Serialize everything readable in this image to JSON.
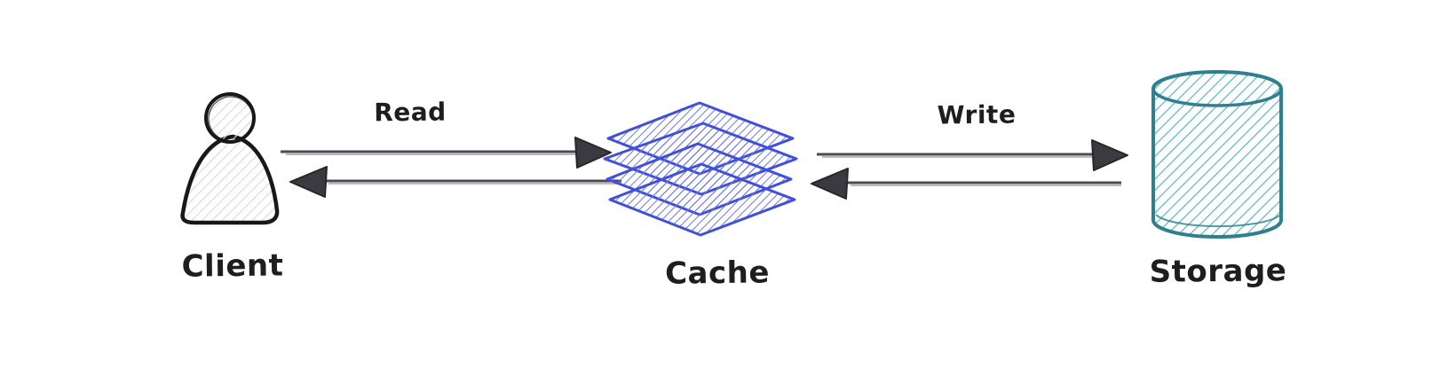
{
  "diagram": {
    "description": "Hand-drawn cache architecture sketch: client reads from cache, cache writes through to storage",
    "nodes": [
      {
        "id": "client",
        "label": "Client",
        "shape": "person",
        "color": "#1e1e1e"
      },
      {
        "id": "cache",
        "label": "Cache",
        "shape": "layer-stack",
        "color": "#4150d8"
      },
      {
        "id": "storage",
        "label": "Storage",
        "shape": "database-cylinder",
        "color": "#2e7f90"
      }
    ],
    "edges": [
      {
        "from": "client",
        "to": "cache",
        "label": "Read",
        "style": "arrow-right"
      },
      {
        "from": "cache",
        "to": "client",
        "label": "",
        "style": "arrow-left"
      },
      {
        "from": "cache",
        "to": "storage",
        "label": "Write",
        "style": "arrow-right"
      },
      {
        "from": "storage",
        "to": "cache",
        "label": "",
        "style": "arrow-left"
      }
    ],
    "colors": {
      "background": "#ffffff",
      "ink": "#1e1e1e",
      "arrow_dark": "#4a4a52",
      "arrow_light": "#a3a3ab",
      "arrowhead": "#3a3a40",
      "cache_stroke": "#4150d8",
      "cache_hatch": "#6b77e6",
      "storage_stroke": "#2e7f90",
      "storage_hatch": "#5ab4c5",
      "person_hatch": "#d6d9e0"
    }
  }
}
